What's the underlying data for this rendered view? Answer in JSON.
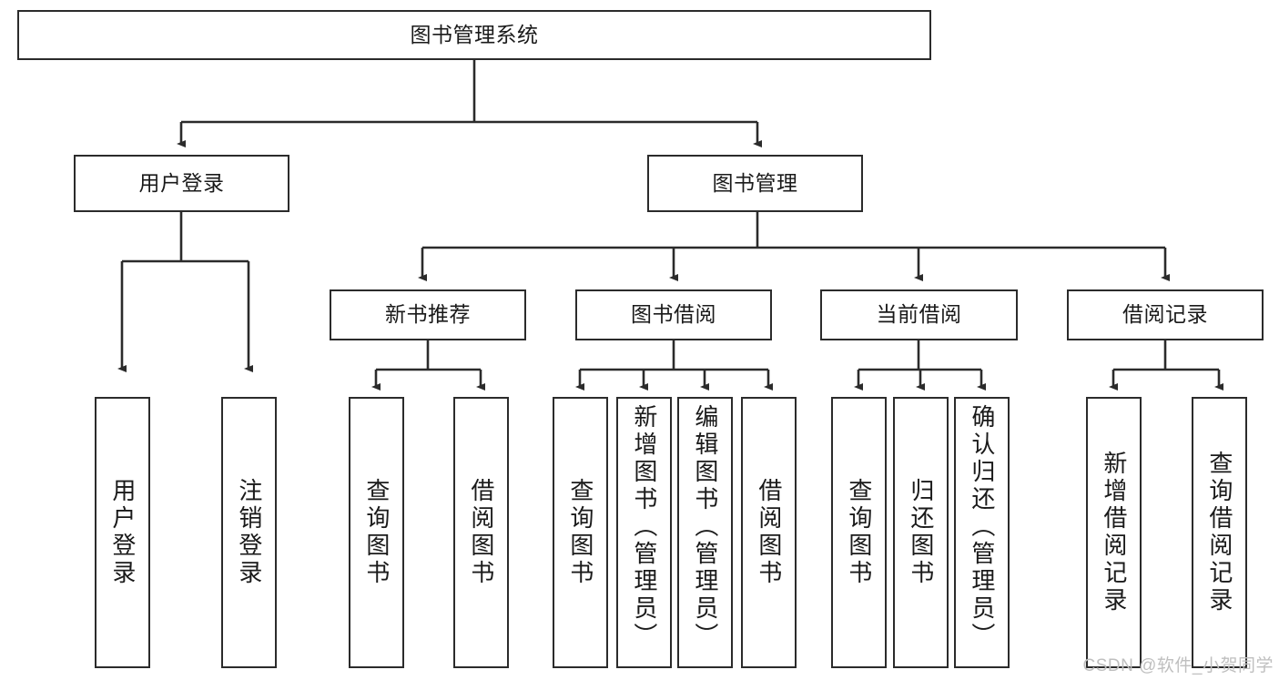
{
  "diagram": {
    "title": "图书管理系统",
    "type": "tree-hierarchy",
    "root": {
      "label": "图书管理系统"
    },
    "level2": [
      {
        "label": "用户登录"
      },
      {
        "label": "图书管理"
      }
    ],
    "level3": [
      {
        "label": "新书推荐"
      },
      {
        "label": "图书借阅"
      },
      {
        "label": "当前借阅"
      },
      {
        "label": "借阅记录"
      }
    ],
    "leaves": {
      "user_login": [
        {
          "label": "用户登录"
        },
        {
          "label": "注销登录"
        }
      ],
      "new_book_recommend": [
        {
          "label": "查询图书"
        },
        {
          "label": "借阅图书"
        }
      ],
      "book_borrow": [
        {
          "label": "查询图书"
        },
        {
          "label": "新增图书（管理员）"
        },
        {
          "label": "编辑图书（管理员）"
        },
        {
          "label": "借阅图书"
        }
      ],
      "current_borrow": [
        {
          "label": "查询图书"
        },
        {
          "label": "归还图书"
        },
        {
          "label": "确认归还（管理员）"
        }
      ],
      "borrow_record": [
        {
          "label": "新增借阅记录"
        },
        {
          "label": "查询借阅记录"
        }
      ]
    }
  },
  "watermark": {
    "text": "CSDN @软件_小贺同学"
  },
  "colors": {
    "border": "#2b2b2b",
    "background": "#ffffff",
    "text": "#1a1a1a",
    "watermark": "#bfbfbf"
  }
}
